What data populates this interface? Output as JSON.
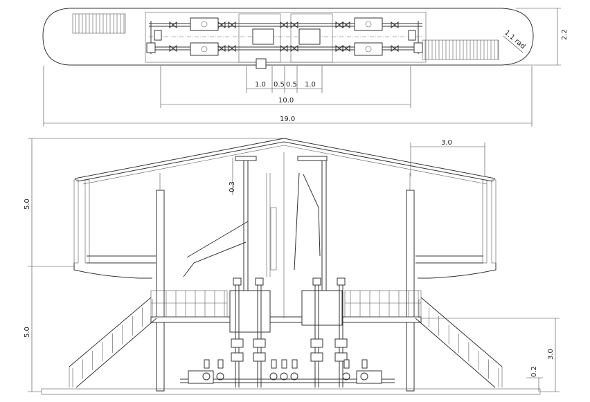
{
  "plan_view": {
    "dimensions": {
      "d_1_0_left": "1.0",
      "d_0_5_left": "0.5",
      "d_0_5_right": "0.5",
      "d_1_0_right": "1.0",
      "d_10_0": "10.0",
      "d_19_0": "19.0",
      "d_2_2": "2.2",
      "radius": "1.1 rad"
    }
  },
  "elevation_view": {
    "dimensions": {
      "d_3_0_top": "3.0",
      "d_0_3": "0.3",
      "d_5_0_upper": "5.0",
      "d_5_0_lower": "5.0",
      "d_3_0_right": "3.0",
      "d_0_2": "0.2"
    }
  },
  "colors": {
    "line": "#333333",
    "background": "#ffffff"
  }
}
